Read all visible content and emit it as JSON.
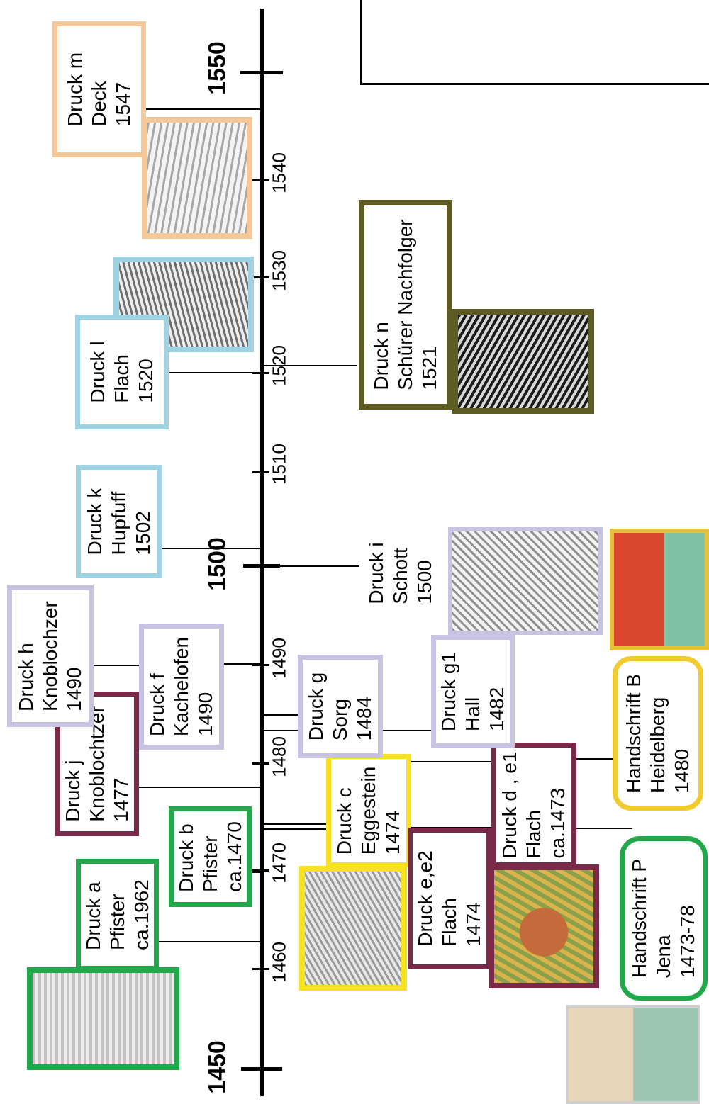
{
  "colors": {
    "green": "#22a84a",
    "peach": "#f5c89a",
    "lightblue": "#9fd3e3",
    "lavender": "#c8c3e3",
    "maroon": "#7a2a48",
    "yellow": "#f7e221",
    "olive": "#5e5a24",
    "gold": "#f2cc2e"
  },
  "axis": {
    "years": [
      "1460",
      "1470",
      "1480",
      "1490",
      "1510",
      "1520",
      "1530",
      "1540"
    ],
    "major": [
      "1450",
      "1500",
      "1550"
    ]
  },
  "entries": [
    {
      "key": "druck-a",
      "lines": [
        "Druck a",
        "Pfister",
        "ca.1962"
      ],
      "color": "green"
    },
    {
      "key": "druck-b",
      "lines": [
        "Druck b",
        "Pfister",
        "ca.1470"
      ],
      "color": "green"
    },
    {
      "key": "druck-c",
      "lines": [
        "Druck c",
        "Eggestein",
        "1474"
      ],
      "color": "yellow"
    },
    {
      "key": "druck-d",
      "lines": [
        "Druck d , e1",
        "Flach",
        "ca.1473"
      ],
      "color": "maroon"
    },
    {
      "key": "druck-e",
      "lines": [
        "Druck e,e2",
        "Flach",
        "1474"
      ],
      "color": "maroon"
    },
    {
      "key": "druck-f",
      "lines": [
        "Druck f",
        "Kachelofen",
        "1490"
      ],
      "color": "lavender"
    },
    {
      "key": "druck-g",
      "lines": [
        "Druck g",
        "Sorg",
        "1484"
      ],
      "color": "lavender"
    },
    {
      "key": "druck-g1",
      "lines": [
        "Druck g1",
        "Hall",
        "1482"
      ],
      "color": "lavender"
    },
    {
      "key": "druck-h",
      "lines": [
        "Druck h",
        "Knoblochzer",
        "1490"
      ],
      "color": "lavender"
    },
    {
      "key": "druck-i",
      "lines": [
        "Druck i",
        "Schott",
        "1500"
      ],
      "color": "none"
    },
    {
      "key": "druck-j",
      "lines": [
        "Druck j",
        "Knoblochtzer",
        "1477"
      ],
      "color": "maroon"
    },
    {
      "key": "druck-k",
      "lines": [
        "Druck k",
        "Hupfuff",
        "1502"
      ],
      "color": "lightblue"
    },
    {
      "key": "druck-l",
      "lines": [
        "Druck l",
        "Flach",
        "1520"
      ],
      "color": "lightblue"
    },
    {
      "key": "druck-m",
      "lines": [
        "Druck m",
        "Deck",
        "1547"
      ],
      "color": "peach"
    },
    {
      "key": "druck-n",
      "lines": [
        "Druck n",
        "Schürer Nachfolger",
        "1521"
      ],
      "color": "olive"
    },
    {
      "key": "handschrift-b",
      "lines": [
        "Handschrift B",
        "Heidelberg",
        "1480"
      ],
      "color": "gold"
    },
    {
      "key": "handschrift-p",
      "lines": [
        "Handschrift P",
        "Jena",
        "1473-78"
      ],
      "color": "green"
    }
  ]
}
